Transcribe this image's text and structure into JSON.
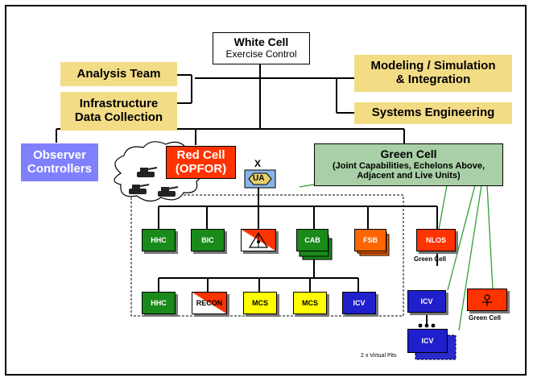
{
  "white_cell": {
    "title": "White Cell",
    "subtitle": "Exercise Control"
  },
  "analysis_team": "Analysis Team",
  "infrastructure": {
    "line1": "Infrastructure",
    "line2": "Data Collection"
  },
  "modeling": {
    "line1": "Modeling / Simulation",
    "line2": "& Integration"
  },
  "systems_engineering": "Systems Engineering",
  "observer_controllers": {
    "line1": "Observer",
    "line2": "Controllers"
  },
  "red_cell": {
    "line1": "Red Cell",
    "line2": "(OPFOR)"
  },
  "green_cell": {
    "title": "Green Cell",
    "line1": "(Joint Capabilities, Echelons Above,",
    "line2": "Adjacent and Live Units)"
  },
  "ua": {
    "label": "UA",
    "mark": "X"
  },
  "units_row1": [
    "HHC",
    "BIC",
    "",
    "CAB",
    "FSB",
    "NLOS"
  ],
  "units_row2": [
    "HHC",
    "RECON",
    "MCS",
    "MCS",
    "ICV",
    "ICV"
  ],
  "icv_bottom": "ICV",
  "nlos_caption": "Green Cell",
  "rightmost_caption": "Green Cell",
  "virtual_pits": "2 x Virtual Pits",
  "colors": {
    "tan": "#f3dc86",
    "green_cell": "#a9cfa6",
    "observer": "#8080ff",
    "red": "#ff3300",
    "unit_green": "#1a8a1a",
    "unit_blue": "#1f1fcc",
    "unit_yellow": "#ffff00"
  }
}
